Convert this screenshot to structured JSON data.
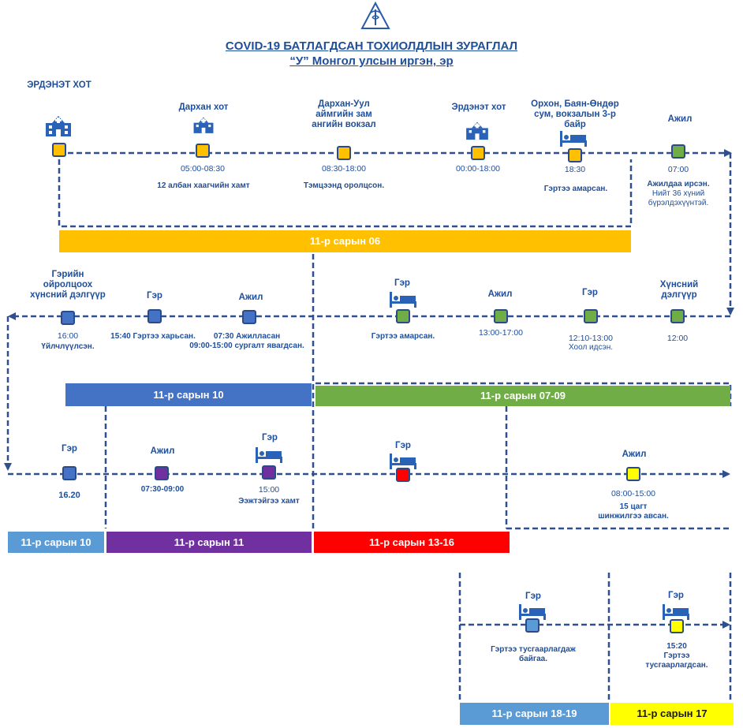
{
  "title": {
    "line1": "COVID-19 БАТЛАГДСАН ТОХИОЛДЛЫН ЗУРАГЛАЛ",
    "line2": "“У” Монгол улсын иргэн, эр"
  },
  "colors": {
    "blue_text": "#1f4e9a",
    "line": "#2f4f8f",
    "orange": "#ffc000",
    "green": "#70ad47",
    "blue": "#4472c4",
    "light_blue": "#5b9bd5",
    "purple": "#7030a0",
    "red": "#ff0000",
    "yellow": "#ffff00"
  },
  "row1": {
    "stops": [
      {
        "label": "ЭРДЭНЭТ ХОТ",
        "time": "",
        "note": ""
      },
      {
        "label": "Дархан хот",
        "time": "05:00-08:30",
        "note": "12 албан хаагчийн хамт"
      },
      {
        "label": "Дархан-Уул\nаймгийн зам\nангийн вокзал",
        "time": "08:30-18:00",
        "note": "Тэмцээнд оролцсон."
      },
      {
        "label": "Эрдэнэт хот",
        "time": "00:00-18:00",
        "note": ""
      },
      {
        "label": "Орхон, Баян-Өндөр\nсум, вокзалын 3-р\nбайр",
        "time": "18:30",
        "note": "Гэртээ амарсан."
      },
      {
        "label": "Ажил",
        "time": "07:00",
        "note_bold": "Ажилдаа ирсэн.",
        "note": "Нийт 36 хүний\nбүрэлдэхүүнтэй."
      }
    ],
    "band": "11-р сарын 06"
  },
  "row2": {
    "stops": [
      {
        "label": "Гэрийн\nойролцоох\nхүнсний дэлгүүр",
        "time": "16:00",
        "note": "Үйлчлүүлсэн."
      },
      {
        "label": "Гэр",
        "time": "",
        "note": "15:40 Гэртээ харьсан."
      },
      {
        "label": "Ажил",
        "time": "",
        "note": "07:30 Ажилласан\n09:00-15:00 сургалт явагдсан."
      },
      {
        "label": "Гэр",
        "time": "",
        "note": "Гэртээ амарсан."
      },
      {
        "label": "Ажил",
        "time": "13:00-17:00",
        "note": ""
      },
      {
        "label": "Гэр",
        "time": "12:10-13:00",
        "note": "Хоол идсэн."
      },
      {
        "label": "Хүнсний\nдэлгүүр",
        "time": "12:00",
        "note": ""
      }
    ],
    "band_left": "11-р сарын 10",
    "band_right": "11-р сарын 07-09"
  },
  "row3": {
    "stops": [
      {
        "label": "Гэр",
        "time": "16.20",
        "note": ""
      },
      {
        "label": "Ажил",
        "time": "07:30-09:00",
        "note": ""
      },
      {
        "label": "Гэр",
        "time": "15:00",
        "note": "Ээжтэйгээ хамт"
      },
      {
        "label": "Гэр",
        "time": "",
        "note": ""
      },
      {
        "label": "Ажил",
        "time": "08:00-15:00",
        "note": "15 цагт\nшинжилгээ авсан."
      }
    ],
    "bands": [
      "11-р сарын 10",
      "11-р сарын 11",
      "11-р сарын 13-16"
    ]
  },
  "row4": {
    "stops": [
      {
        "label": "Гэр",
        "time": "",
        "note": "Гэртээ тусгаарлагдаж\nбайгаа."
      },
      {
        "label": "Гэр",
        "time": "15:20",
        "note": "Гэртээ\nтусгаарлагдсан."
      }
    ],
    "bands": [
      "11-р сарын 18-19",
      "11-р сарын 17"
    ]
  }
}
